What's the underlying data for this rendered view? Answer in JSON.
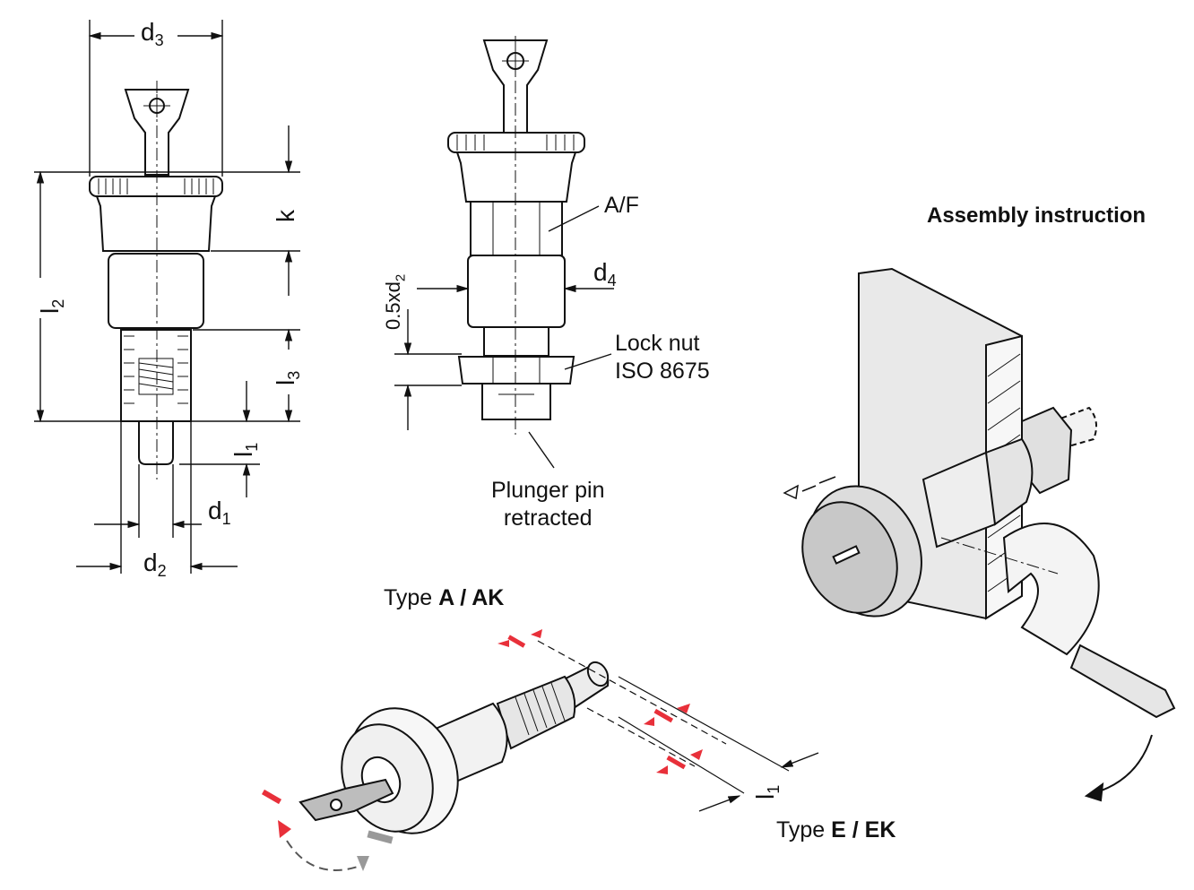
{
  "drawing1": {
    "d3": {
      "base": "d",
      "sub": "3"
    },
    "k": "k",
    "l2": {
      "base": "l",
      "sub": "2"
    },
    "l3": {
      "base": "l",
      "sub": "3"
    },
    "l1": {
      "base": "l",
      "sub": "1"
    },
    "d1": {
      "base": "d",
      "sub": "1"
    },
    "d2": {
      "base": "d",
      "sub": "2"
    }
  },
  "drawing2": {
    "af": "A/F",
    "d4": {
      "base": "d",
      "sub": "4"
    },
    "half_d2": {
      "base": "0.5xd",
      "sub": "2"
    },
    "lock_nut": [
      "Lock nut",
      "ISO 8675"
    ],
    "plunger": [
      "Plunger pin",
      "retracted"
    ]
  },
  "type_ak": {
    "prefix": "Type ",
    "bold": "A / AK"
  },
  "type_ek": {
    "prefix": "Type ",
    "bold": "E / EK"
  },
  "iso_l1": {
    "base": "l",
    "sub": "1"
  },
  "assembly": {
    "heading": "Assembly instruction"
  },
  "colors": {
    "accent_red": "#e8303a",
    "part_grey": "#cfcfcf",
    "line": "#111111"
  }
}
